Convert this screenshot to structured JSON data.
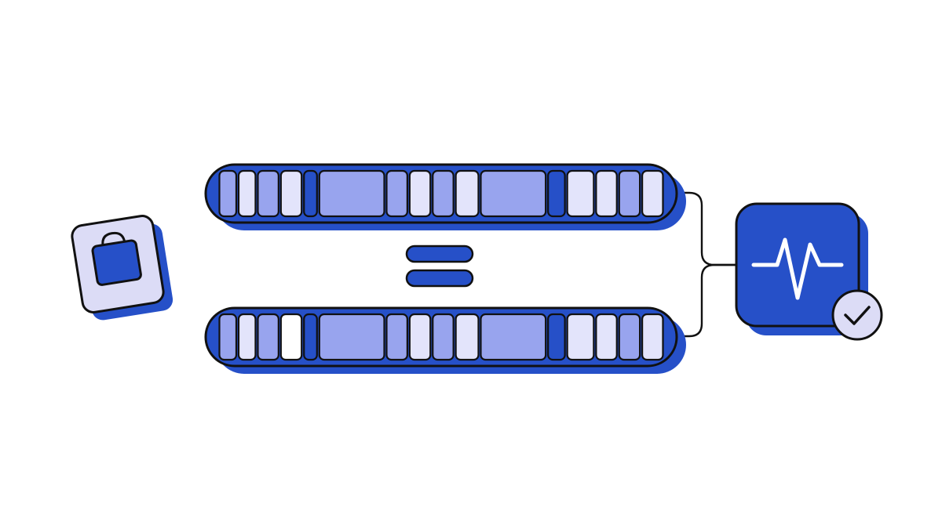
{
  "colors": {
    "ink": "#111111",
    "blue": "#2650c8",
    "mid": "#98a4ee",
    "light": "#e3e4fb",
    "white": "#ffffff",
    "bag_tile": "#dcdcf6"
  },
  "icons": {
    "source": "shopping-bag-icon",
    "equals": "equals-icon",
    "target": "heartbeat-icon",
    "status": "check-icon"
  },
  "strips": [
    {
      "name": "top-sequence-strip",
      "segments": [
        {
          "w": 1.0,
          "tone": "mid"
        },
        {
          "w": 1.0,
          "tone": "light"
        },
        {
          "w": 1.2,
          "tone": "mid"
        },
        {
          "w": 1.2,
          "tone": "light"
        },
        {
          "w": 0.8,
          "tone": "blue"
        },
        {
          "w": 3.5,
          "tone": "mid"
        },
        {
          "w": 1.2,
          "tone": "mid"
        },
        {
          "w": 1.2,
          "tone": "light"
        },
        {
          "w": 1.2,
          "tone": "mid"
        },
        {
          "w": 1.3,
          "tone": "light"
        },
        {
          "w": 3.5,
          "tone": "mid"
        },
        {
          "w": 1.0,
          "tone": "blue"
        },
        {
          "w": 1.5,
          "tone": "light"
        },
        {
          "w": 1.2,
          "tone": "light"
        },
        {
          "w": 1.2,
          "tone": "mid"
        },
        {
          "w": 1.2,
          "tone": "light"
        }
      ]
    },
    {
      "name": "bottom-sequence-strip",
      "segments": [
        {
          "w": 1.0,
          "tone": "mid"
        },
        {
          "w": 1.0,
          "tone": "light"
        },
        {
          "w": 1.2,
          "tone": "mid"
        },
        {
          "w": 1.2,
          "tone": "white"
        },
        {
          "w": 0.8,
          "tone": "blue"
        },
        {
          "w": 3.5,
          "tone": "mid"
        },
        {
          "w": 1.2,
          "tone": "mid"
        },
        {
          "w": 1.2,
          "tone": "light"
        },
        {
          "w": 1.2,
          "tone": "mid"
        },
        {
          "w": 1.3,
          "tone": "light"
        },
        {
          "w": 3.5,
          "tone": "mid"
        },
        {
          "w": 1.0,
          "tone": "blue"
        },
        {
          "w": 1.5,
          "tone": "light"
        },
        {
          "w": 1.2,
          "tone": "light"
        },
        {
          "w": 1.2,
          "tone": "mid"
        },
        {
          "w": 1.2,
          "tone": "light"
        }
      ]
    }
  ]
}
